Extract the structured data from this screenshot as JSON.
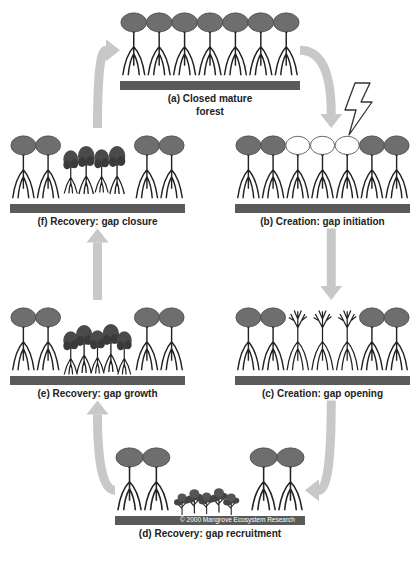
{
  "diagram": {
    "nodes": [
      {
        "text": [
          "(a) Closed mature forest"
        ]
      },
      {
        "text": [
          "(b) Creation: gap initiation"
        ]
      },
      {
        "text": [
          "(c) Creation: gap opening"
        ]
      },
      {
        "text": [
          "(d) Recovery: gap recruitment"
        ]
      },
      {
        "text": [
          "(e) Recovery: gap growth"
        ]
      },
      {
        "text": [
          "(f) Recovery: gap closure"
        ]
      }
    ],
    "edges": [
      {
        "from": 0,
        "to": 1,
        "arrow": "to"
      },
      {
        "from": 1,
        "to": 2,
        "arrow": "to"
      },
      {
        "from": 2,
        "to": 3,
        "arrow": "to"
      },
      {
        "from": 3,
        "to": 4,
        "arrow": "to"
      },
      {
        "from": 4,
        "to": 5,
        "arrow": "to"
      },
      {
        "from": 5,
        "to": 0,
        "arrow": "to"
      }
    ],
    "labels": [
      "© 2000 Mangrove Ecosystem Research"
    ]
  }
}
